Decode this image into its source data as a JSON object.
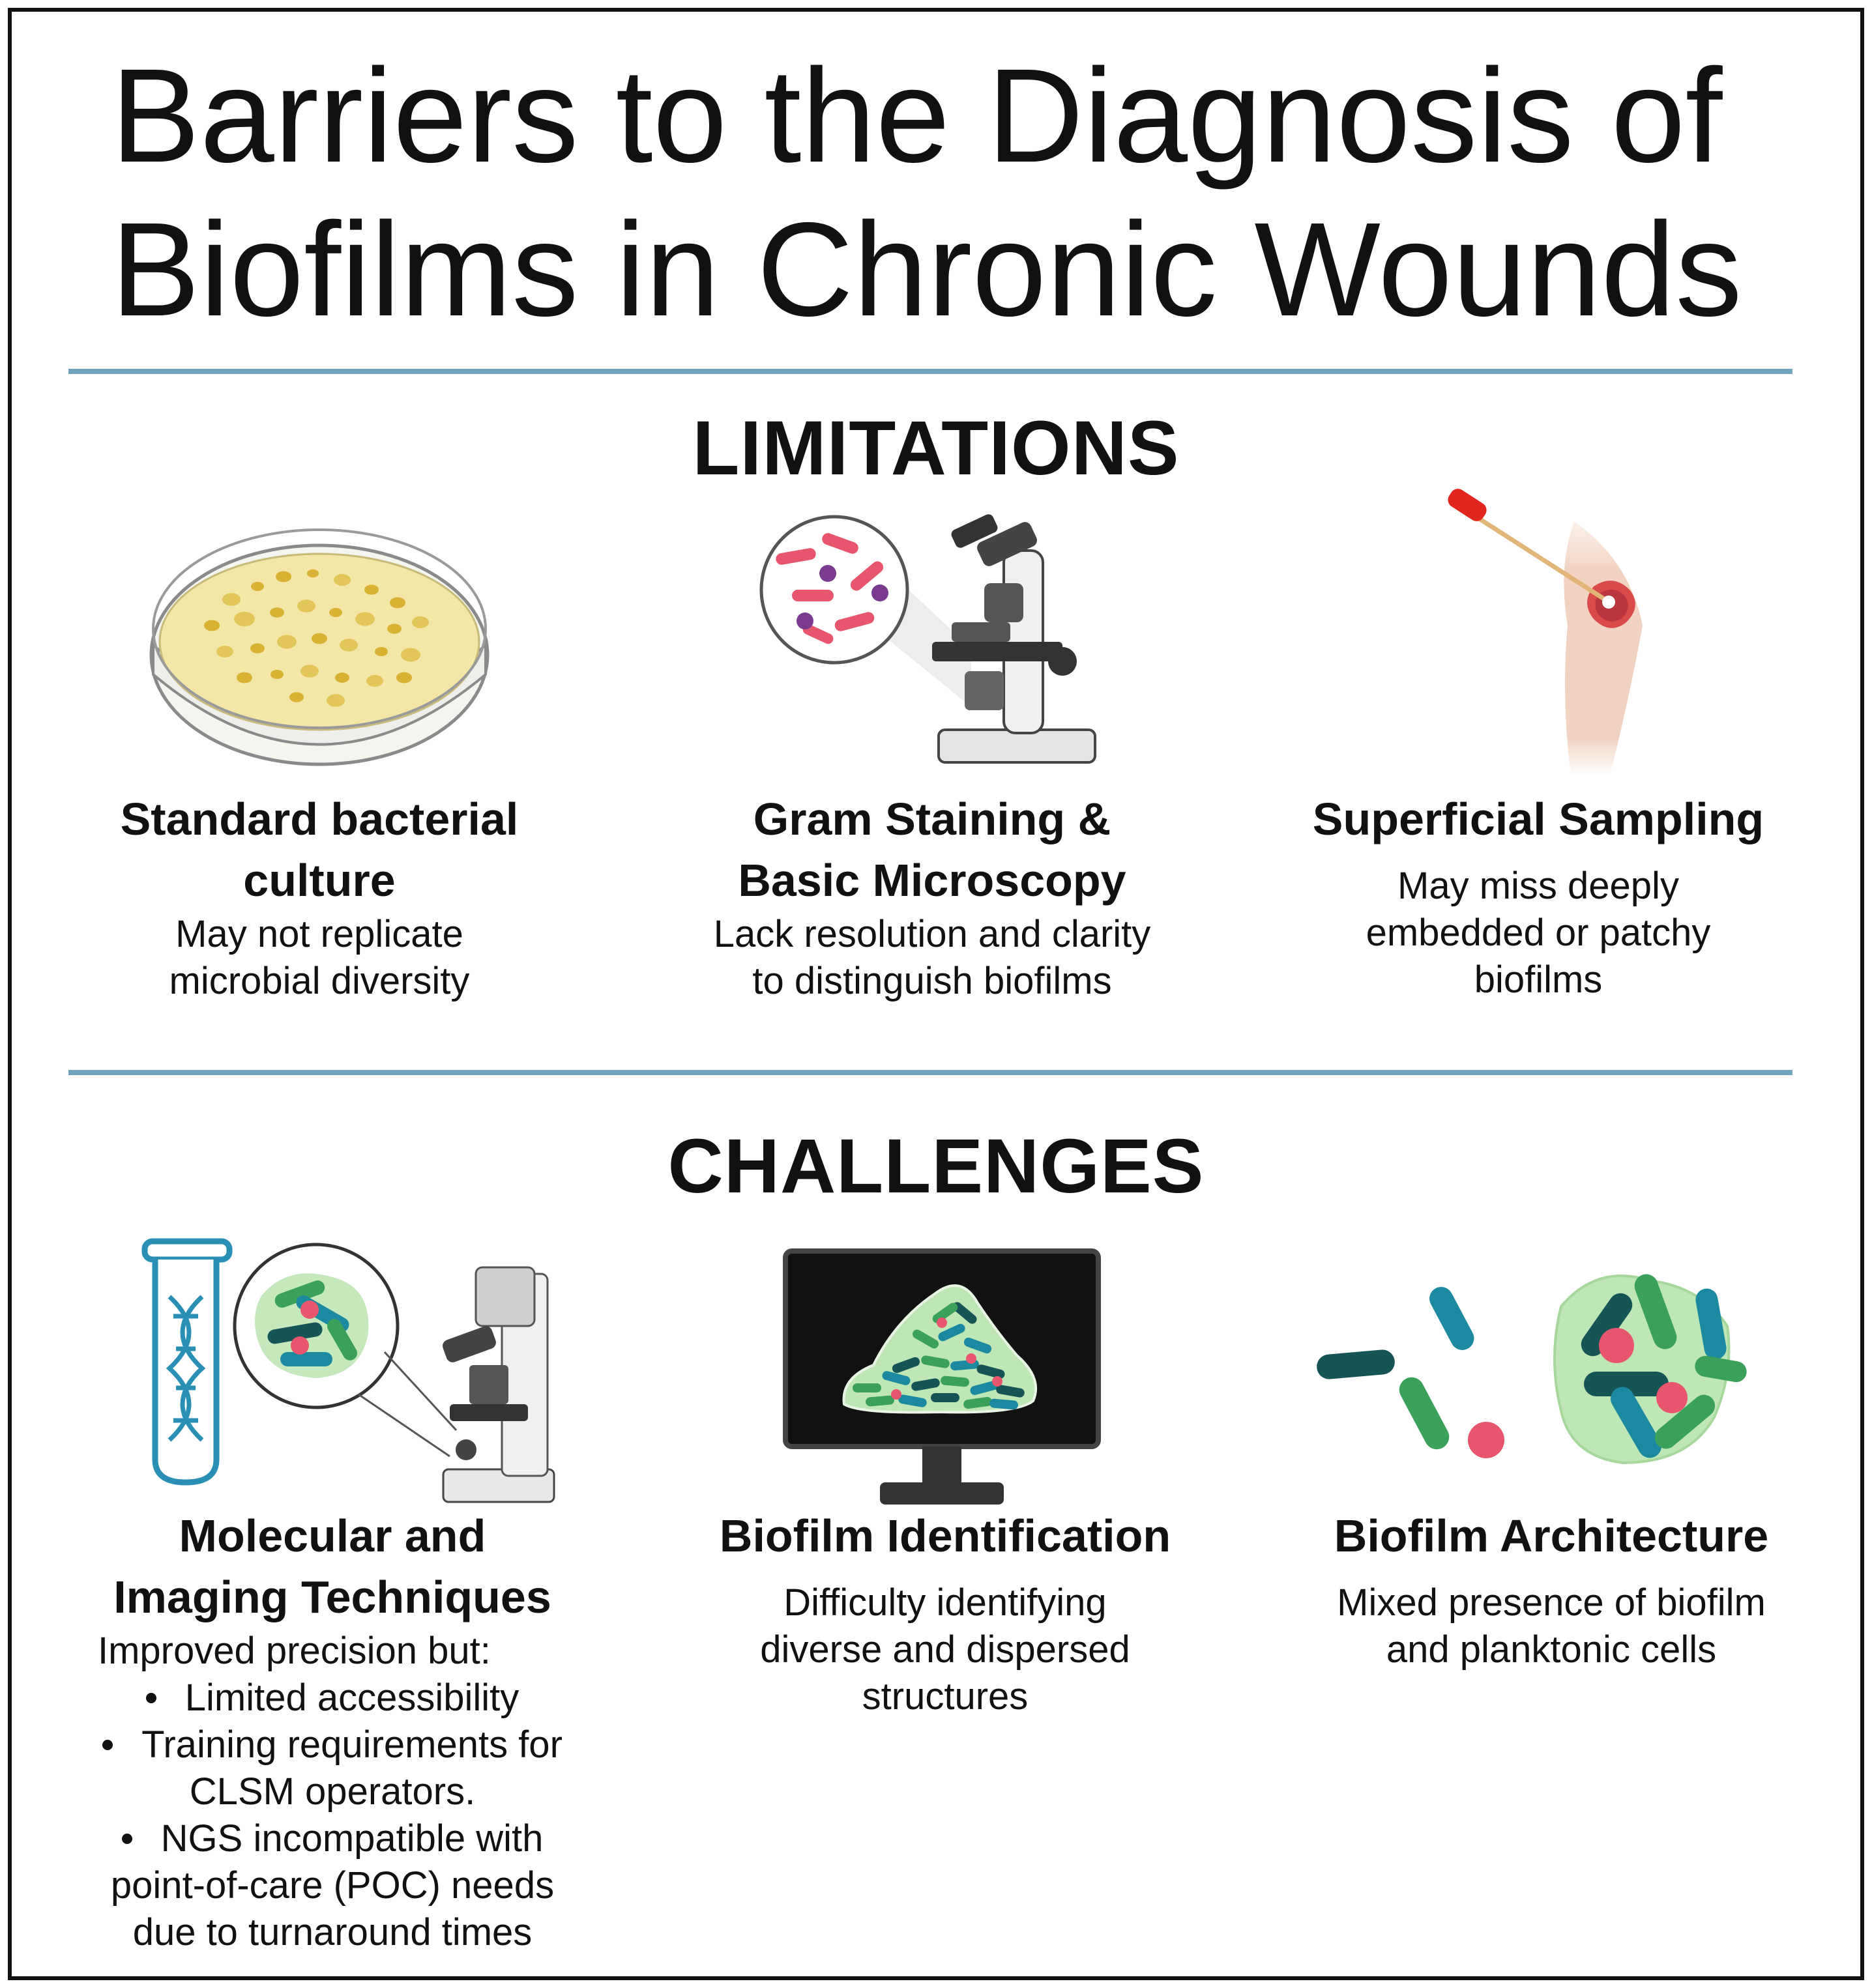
{
  "title": {
    "line1": "Barriers to the Diagnosis of",
    "line2": "Biofilms in Chronic Wounds"
  },
  "limitations": {
    "heading": "LIMITATIONS",
    "items": [
      {
        "heading_lines": [
          "Standard bacterial",
          "culture"
        ],
        "desc_lines": [
          "May not replicate",
          "microbial diversity"
        ],
        "icon": "petri-dish-icon"
      },
      {
        "heading_lines": [
          "Gram Staining &",
          "Basic Microscopy"
        ],
        "desc_lines": [
          "Lack resolution and clarity",
          "to distinguish biofilms"
        ],
        "icon": "microscope-icon"
      },
      {
        "heading_lines": [
          "Superficial Sampling"
        ],
        "desc_lines": [
          "May miss deeply",
          "embedded or patchy",
          "biofilms"
        ],
        "icon": "swab-wound-icon"
      }
    ]
  },
  "challenges": {
    "heading": "CHALLENGES",
    "items": [
      {
        "heading_lines": [
          "Molecular and",
          "Imaging Techniques"
        ],
        "intro": "Improved precision but:",
        "bullets": [
          [
            "Limited accessibility"
          ],
          [
            "Training requirements for",
            "CLSM operators."
          ],
          [
            "NGS  incompatible with",
            "point-of-care (POC) needs",
            "due to turnaround times"
          ]
        ],
        "icon": "test-tube-dna-microscope-icon"
      },
      {
        "heading_lines": [
          "Biofilm Identification"
        ],
        "desc_lines": [
          "Difficulty identifying",
          "diverse and dispersed",
          "structures"
        ],
        "icon": "monitor-biofilm-icon"
      },
      {
        "heading_lines": [
          "Biofilm Architecture"
        ],
        "desc_lines": [
          "Mixed presence of biofilm",
          "and planktonic cells"
        ],
        "icon": "biofilm-cluster-icon"
      }
    ]
  },
  "colors": {
    "divider": "#6fa3bf",
    "text": "#111111",
    "agar": "#f3e6a6",
    "colony": "#d8b232",
    "bacteria_pink": "#e8566e",
    "bacteria_purple": "#7a3b8f",
    "biofilm_green": "#3aa05a",
    "biofilm_teal": "#1b8aa0",
    "biofilm_dark": "#175455",
    "matrix": "#bfe6b5",
    "swab_red": "#e0261f",
    "skin": "#f2d2c0",
    "tube_blue": "#2a8fb5"
  }
}
